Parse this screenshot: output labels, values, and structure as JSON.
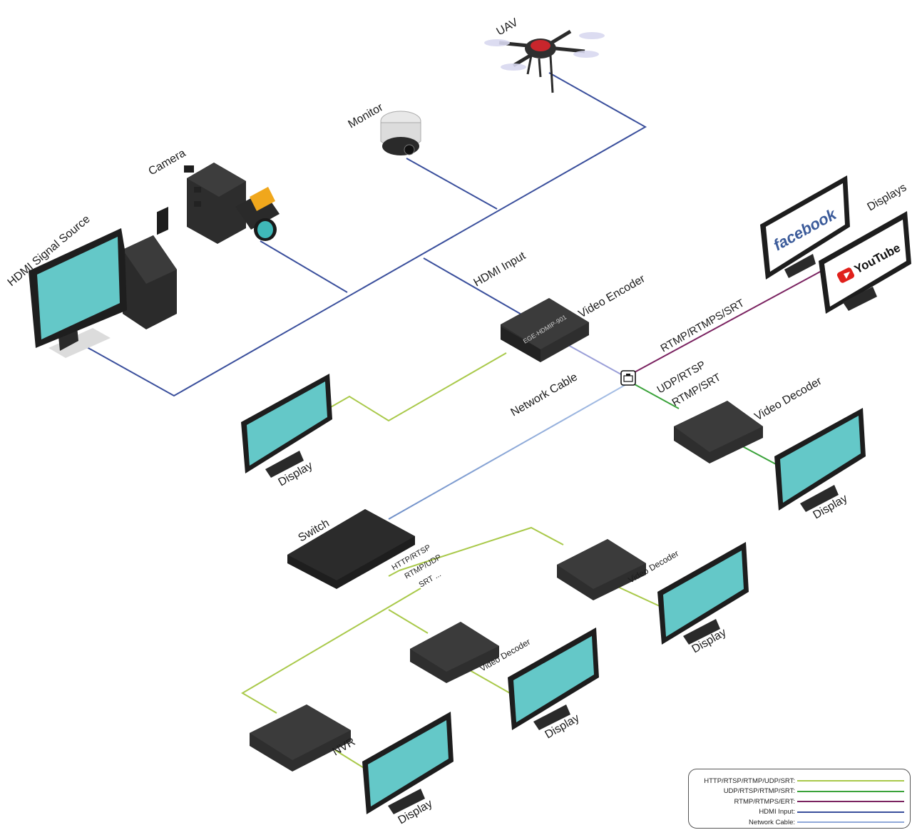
{
  "colors": {
    "hdmi_input": "#3a4f9c",
    "network_cable": "#8fa8d8",
    "rtmp_rtmps": "#7a2260",
    "udp_rtsp": "#3aa23a",
    "http_rtsp": "#a9c94a",
    "screen": "#64c8c8",
    "device": "#3a3a3a"
  },
  "labels": {
    "uav": "UAV",
    "monitor": "Monitor",
    "camera": "Camera",
    "hdmi_source": "HDMI Signal Source",
    "hdmi_input": "HDMI Input",
    "video_encoder": "Video Encoder",
    "encoder_model": "EGE-HDMIP-901",
    "network_cable": "Network Cable",
    "displays_top": "Displays",
    "rtmp_protocols": "RTMP/RTMPS/SRT",
    "udp_line1": "UDP/RTSP",
    "udp_line2": "RTMP/SRT",
    "video_decoder": "Video Decoder",
    "display": "Display",
    "switch": "Switch",
    "switch_proto_1": "HTTP/RTSP",
    "switch_proto_2": "RTMP/UDP",
    "switch_proto_3": "SRT ...",
    "nvr": "NVR",
    "facebook": "facebook",
    "youtube": "YouTube"
  },
  "legend": [
    {
      "label": "HTTP/RTSP/RTMP/UDP/SRT:",
      "color": "#a9c94a"
    },
    {
      "label": "UDP/RTSP/RTMP/SRT:",
      "color": "#3aa23a"
    },
    {
      "label": "RTMP/RTMPS/ERT:",
      "color": "#7a2260"
    },
    {
      "label": "HDMI Input:",
      "color": "#3a4f9c"
    },
    {
      "label": "Network Cable:",
      "color": "#8fa8d8"
    }
  ]
}
